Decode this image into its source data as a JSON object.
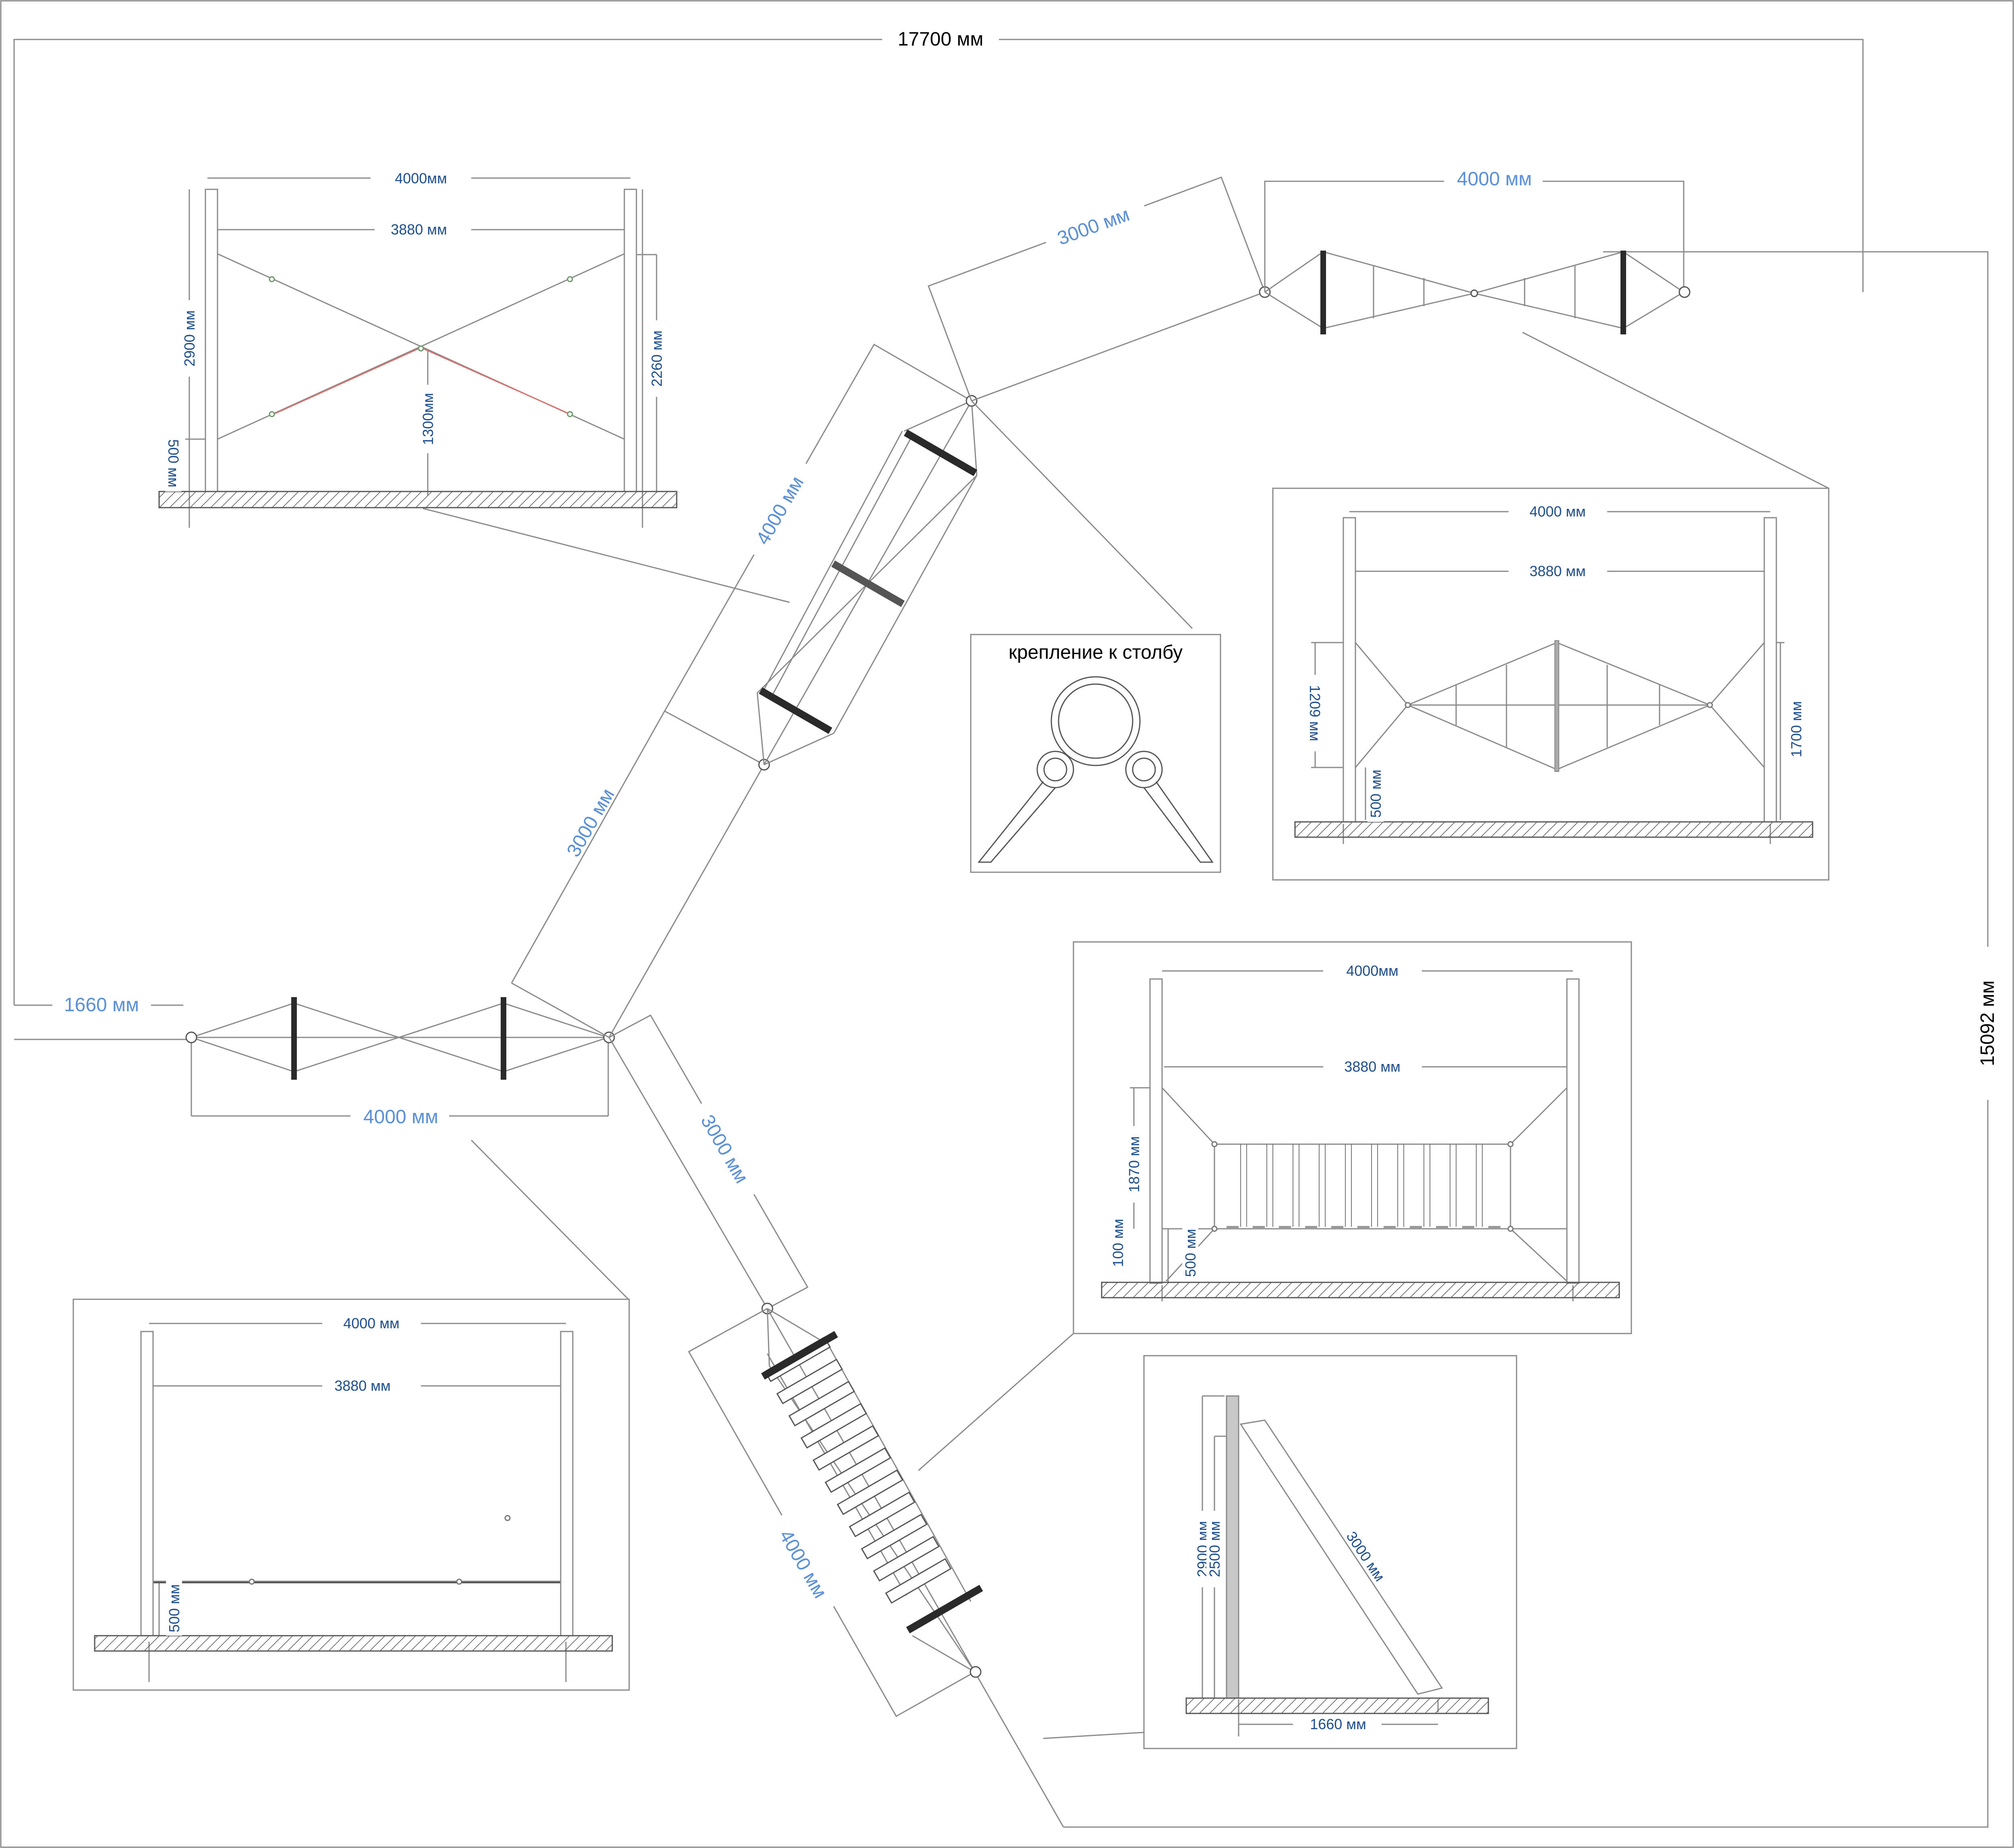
{
  "colors": {
    "line": "#8a8a8a",
    "dark": "#2a2a2a",
    "dim_blue": "#1f4e8c",
    "plan_blue": "#5b8fd6",
    "black_text": "#000000",
    "red": "#d9706e"
  },
  "overall": {
    "width_label": "17700 мм",
    "height_label": "15092 мм"
  },
  "plan": {
    "offset_label": "1660 мм",
    "seg1_label": "4000 мм",
    "seg2_label": "3000 мм",
    "seg3_label": "4000 мм",
    "seg4_label": "3000 мм",
    "seg5_label": "4000 мм",
    "seg6_label": "3000 мм",
    "seg7_label": "4000 мм"
  },
  "detail_x": {
    "span": "4000мм",
    "inner": "3880 мм",
    "h_left": "2900 мм",
    "h_right": "2260 мм",
    "h_center": "1300мм",
    "h_base": "500 мм"
  },
  "detail_mount": {
    "title": "крепление к столбу"
  },
  "detail_diamond": {
    "span": "4000 мм",
    "inner": "3880 мм",
    "h_left": "1209 мм",
    "h_base": "500 мм",
    "h_right": "1700 мм"
  },
  "detail_ladder": {
    "span": "4000мм",
    "inner": "3880 мм",
    "h_main": "1870 мм",
    "h_low": "100 мм",
    "h_base": "500 мм"
  },
  "detail_rope": {
    "span": "4000 мм",
    "inner": "3880 мм",
    "h_base": "500 мм"
  },
  "detail_brace": {
    "h1": "2900 мм",
    "h2": "2500 мм",
    "diag": "3000 мм",
    "base": "1660 мм"
  }
}
